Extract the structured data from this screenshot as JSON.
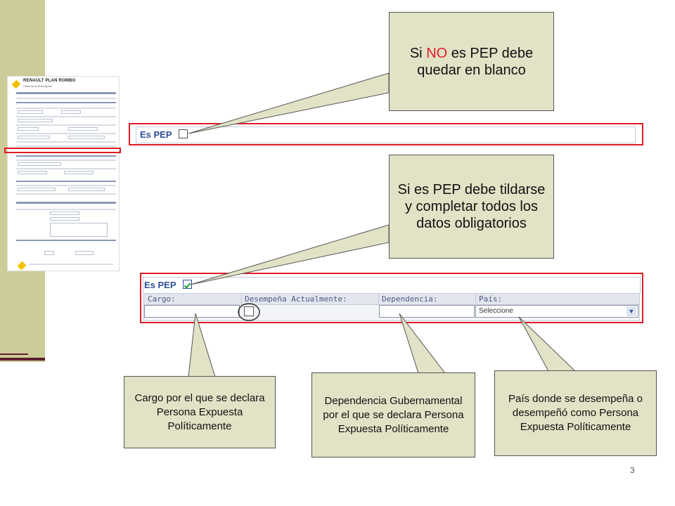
{
  "slide": {
    "page_number": "3",
    "sidebar_color": "#cccc99",
    "accent_color": "#5c1f2e",
    "highlight_color": "#e01b24"
  },
  "thumbnail": {
    "brand": "RENAULT PLAN ROMBO",
    "subtitle": "Carta de la Suscripción"
  },
  "form_unchecked": {
    "pep_label": "Es PEP",
    "checked": false
  },
  "form_checked": {
    "pep_label": "Es PEP",
    "checked": true,
    "columns": [
      "Cargo:",
      "Desempeña Actualmente:",
      "Dependencia:",
      "País:"
    ],
    "pais_select": "Seleccione"
  },
  "callouts": {
    "no_pep": {
      "prefix": "Si ",
      "emphasis": "NO",
      "rest": " es PEP debe quedar en blanco"
    },
    "yes_pep": "Si es PEP debe tildarse y completar todos los datos obligatorios",
    "cargo": "Cargo por el que se declara Persona Expuesta Políticamente",
    "dependencia": "Dependencia Gubernamental por el que se declara Persona Expuesta Políticamente",
    "pais": "País donde se desempeña o desempeñó como Persona Expuesta Políticamente"
  }
}
